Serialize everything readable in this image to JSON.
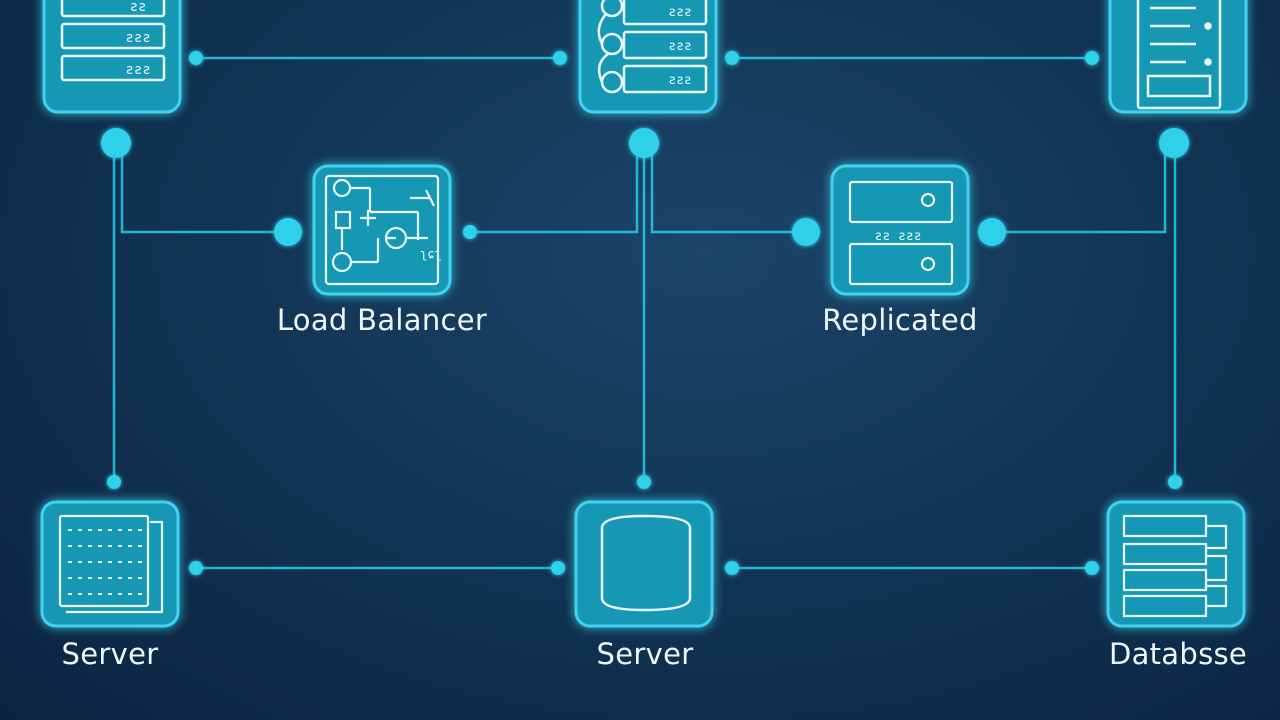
{
  "colors": {
    "background": "#123555",
    "node_fill": "#1597b3",
    "node_glow": "#3fd3ef",
    "connector": "#22c6e3",
    "icon_stroke": "#e8f7fc",
    "label_text": "#eef6fb"
  },
  "nodes": [
    {
      "id": "top-left-server-rack",
      "icon": "server-rack-icon",
      "label": ""
    },
    {
      "id": "top-center-network-switch",
      "icon": "network-switch-icon",
      "label": ""
    },
    {
      "id": "top-right-document-server",
      "icon": "document-server-icon",
      "label": ""
    },
    {
      "id": "load-balancer",
      "icon": "load-balancer-icon",
      "label": "Load Balancer"
    },
    {
      "id": "replicated",
      "icon": "replicated-storage-icon",
      "label": "Replicated"
    },
    {
      "id": "bottom-left-server",
      "icon": "server-grid-icon",
      "label": "Server"
    },
    {
      "id": "bottom-center-server",
      "icon": "storage-cylinder-icon",
      "label": "Server"
    },
    {
      "id": "database",
      "icon": "database-stack-icon",
      "label": "Databsse"
    }
  ],
  "icon_texts": {
    "top_left_rack": [
      "ƨƨ",
      "ƨƨƨ",
      "ƨƨƨ"
    ],
    "top_center_switch": [
      "ƨƨƨ",
      "ƨƨƨ",
      "ƨƨƨ"
    ],
    "replicated_mid": "ƨƨ ƨƨƨ"
  }
}
